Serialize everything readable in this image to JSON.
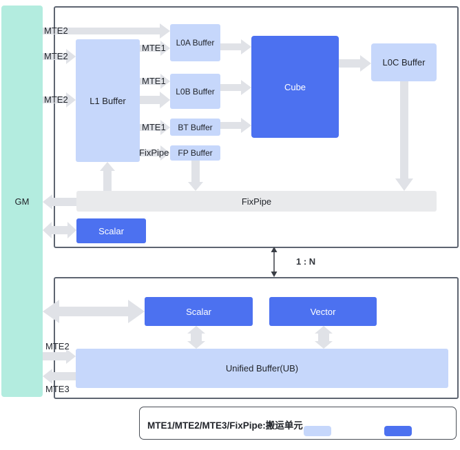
{
  "gm_label": "GM",
  "top": {
    "l1": "L1 Buffer",
    "l0a": "L0A Buffer",
    "l0b": "L0B Buffer",
    "bt": "BT Buffer",
    "fp": "FP Buffer",
    "cube": "Cube",
    "l0c": "L0C Buffer",
    "fixpipe_bar": "FixPipe",
    "scalar": "Scalar"
  },
  "bottom": {
    "scalar": "Scalar",
    "vector": "Vector",
    "ub": "Unified Buffer(UB)"
  },
  "labels": {
    "mte2_1": "MTE2",
    "mte2_2": "MTE2",
    "mte2_3": "MTE2",
    "mte1_1": "MTE1",
    "mte1_2": "MTE1",
    "mte1_3": "MTE1",
    "fixpipe": "FixPipe",
    "ratio": "1 : N",
    "mte2_4": "MTE2",
    "mte3": "MTE3"
  },
  "legend": {
    "caption": "MTE1/MTE2/MTE3/FixPipe:搬运单元",
    "storage_swatch_color": "#c6d7fb",
    "compute_swatch_color": "#4c71f0"
  },
  "colors": {
    "gm_fill": "#b3ecdf",
    "storage_fill": "#c6d7fb",
    "compute_fill": "#4c71f0",
    "arrow_fill": "#e0e2e7",
    "pipe_bar_fill": "#e9eaec",
    "section_border": "#5d6470"
  }
}
